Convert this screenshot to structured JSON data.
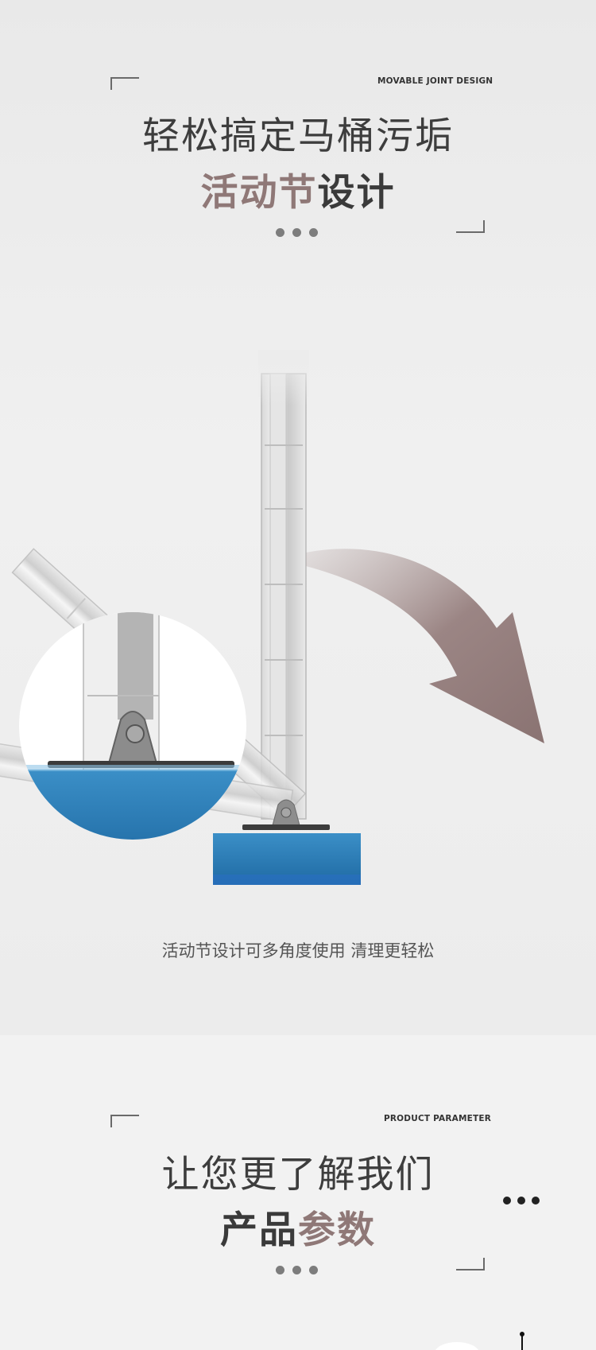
{
  "section_joint": {
    "eyebrow": "MOVABLE JOINT DESIGN",
    "headline": "轻松搞定马桶污垢",
    "subheadline_accent": "活动节",
    "subheadline_rest": "设计",
    "caption": "活动节设计可多角度使用 清理更轻松"
  },
  "section_params": {
    "eyebrow": "PRODUCT PARAMETER",
    "headline": "让您更了解我们",
    "subheadline_rest": "产品",
    "subheadline_accent": "参数"
  },
  "colors": {
    "accent": "#8f7877",
    "text_dark": "#3a3a3a",
    "sponge_blue": "#2f7fb5"
  },
  "icons": [
    "rotation-arrow-icon",
    "more-dots-icon"
  ]
}
